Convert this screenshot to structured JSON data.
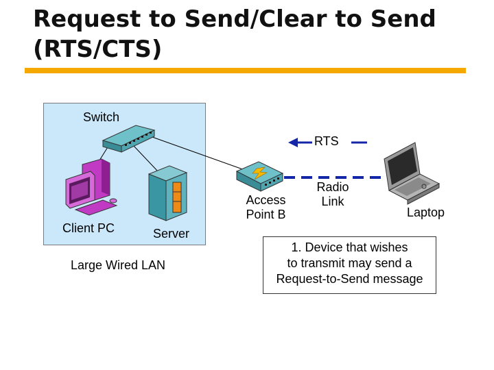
{
  "title": "Request to Send/Clear to Send (RTS/CTS)",
  "accent_color": "#f5a800",
  "lan_box_color": "#cbe8fb",
  "labels": {
    "switch": "Switch",
    "client_pc": "Client PC",
    "server": "Server",
    "lan": "Large Wired LAN",
    "access_point": "Access\nPoint B",
    "radio_link": "Radio\nLink",
    "laptop": "Laptop",
    "rts": "RTS"
  },
  "message": "1. Device that wishes\nto transmit may send a\nRequest-to-Send message",
  "icons": [
    "switch-icon",
    "client-pc-icon",
    "server-icon",
    "access-point-icon",
    "laptop-icon"
  ]
}
